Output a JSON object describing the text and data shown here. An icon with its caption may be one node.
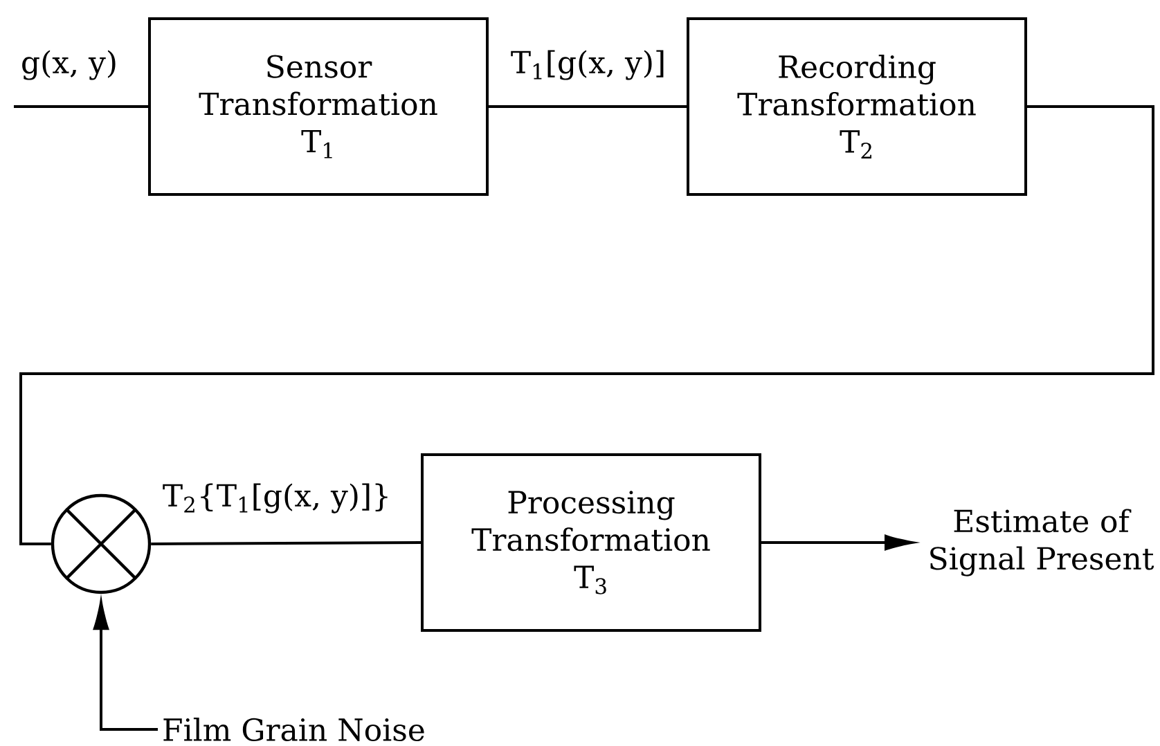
{
  "diagram": {
    "nodes": [
      {
        "text": [
          "Sensor Transformation T$_{1}$"
        ]
      },
      {
        "text": [
          "Recording Transformation T$_{2}$"
        ]
      },
      {
        "text": [],
        "shape": "circle"
      },
      {
        "text": [
          "Processing Transformation T$_{3}$"
        ]
      },
      {
        "text": [
          "Estimate of Signal Present"
        ]
      },
      {
        "text": [
          "Film Grain Noise"
        ]
      }
    ],
    "edges": [
      {
        "from": null,
        "to": 0,
        "arrow": "none",
        "label": "g(x, y)"
      },
      {
        "from": 0,
        "to": 1,
        "arrow": "none",
        "label": "T$_{1}$[g(x, y)]"
      },
      {
        "from": 1,
        "to": 2,
        "arrow": "none"
      },
      {
        "from": 2,
        "to": 3,
        "arrow": "none",
        "label": "T$_{2}${T$_{1}$[g(x, y)]}"
      },
      {
        "from": 3,
        "to": 4,
        "arrow": "to"
      },
      {
        "from": 5,
        "to": 2,
        "arrow": "to"
      }
    ]
  }
}
